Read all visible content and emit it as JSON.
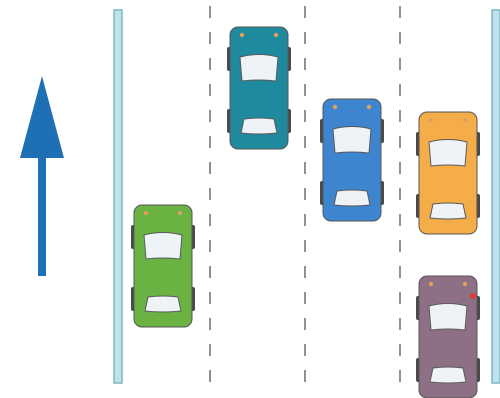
{
  "scene": {
    "arrow_direction": "up",
    "arrow_color": "#1f6fb5",
    "barrier_color": "#bfe3ea",
    "lane_count": 4,
    "cars": [
      {
        "name": "green",
        "lane": 1,
        "color": "#6ab343"
      },
      {
        "name": "teal",
        "lane": 2,
        "color": "#1f8a9e"
      },
      {
        "name": "blue",
        "lane": 3,
        "color": "#3d86cf"
      },
      {
        "name": "orange",
        "lane": 4,
        "color": "#f5ad4a"
      },
      {
        "name": "purple",
        "lane": 4,
        "color": "#8e7086",
        "brake_light": "#e53935"
      }
    ]
  }
}
